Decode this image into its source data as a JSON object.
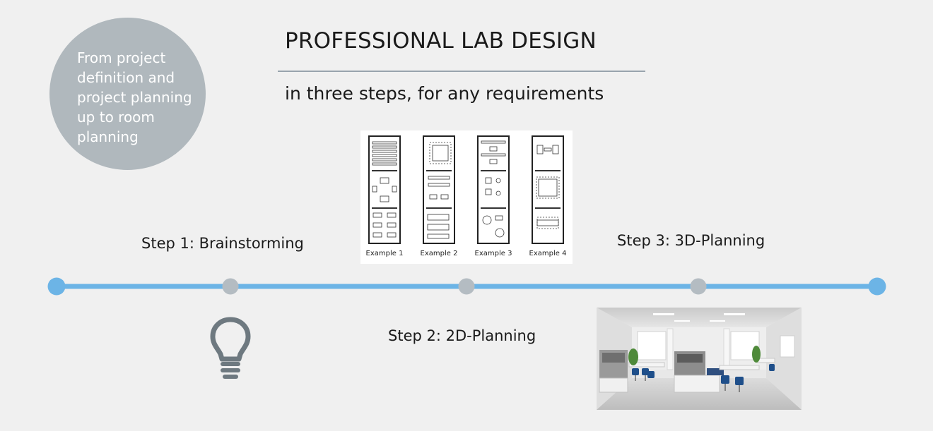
{
  "intro": {
    "circle_text": "From project\ndefinition and\nproject planning\nup to room\nplanning"
  },
  "header": {
    "title": "PROFESSIONAL LAB DESIGN",
    "subtitle": "in three steps, for any requirements"
  },
  "steps": [
    {
      "label": "Step 1: Brainstorming",
      "icon": "lightbulb-icon"
    },
    {
      "label": "Step 2: 2D-Planning",
      "image": "floor-plan-examples"
    },
    {
      "label": "Step 3: 3D-Planning",
      "image": "lab-3d-render"
    }
  ],
  "floor_plans": {
    "captions": [
      "Example 1",
      "Example 2",
      "Example 3",
      "Example 4"
    ]
  },
  "colors": {
    "background": "#f0f0f0",
    "circle": "#b0b8bd",
    "timeline": "#6cb4e6",
    "milestone": "#b4bcc2",
    "icon": "#6e7980"
  }
}
